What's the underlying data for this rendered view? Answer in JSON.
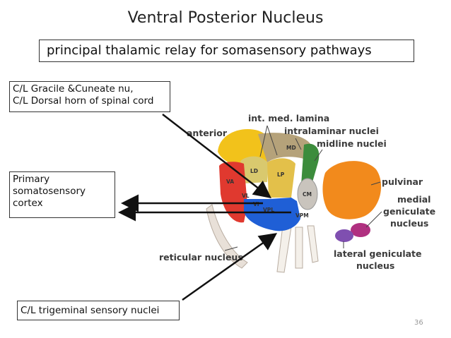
{
  "title": "Ventral Posterior Nucleus",
  "subtitle": "principal thalamic relay for somasensory pathways",
  "boxes": {
    "input_line1": "C/L Gracile &Cuneate nu,",
    "input_line2": "C/L Dorsal horn of spinal cord",
    "cortex_line1": "Primary",
    "cortex_line2": "somatosensory",
    "cortex_line3": "cortex",
    "trigeminal": "C/L trigeminal  sensory nuclei"
  },
  "anatomy_labels": {
    "anterior": "anterior",
    "int_med_lamina": "int. med. lamina",
    "intralaminar": "intralaminar nuclei",
    "midline": "midline nuclei",
    "pulvinar": "pulvinar",
    "medial_geniculate_1": "medial",
    "medial_geniculate_2": "geniculate",
    "medial_geniculate_3": "nucleus",
    "lateral_geniculate_1": "lateral geniculate",
    "lateral_geniculate_2": "nucleus",
    "reticular": "reticular nucleus"
  },
  "nucleus_abbrevs": {
    "md": "MD",
    "ld": "LD",
    "lp": "LP",
    "va": "VA",
    "vl": "VL",
    "vi": "VI",
    "vpl": "VPL",
    "vpm": "VPM",
    "cm": "CM"
  },
  "slide_number": "36",
  "colors": {
    "anterior": "#f2c21b",
    "pulvinar": "#f28a1c",
    "vpl_vpm": "#1f5fd6",
    "va_vl": "#e0392f",
    "medial_dorsal": "#9a8a6a",
    "midline": "#3c8c3c",
    "lateral_geniculate": "#7f4fb0",
    "medial_geniculate": "#b03080"
  }
}
